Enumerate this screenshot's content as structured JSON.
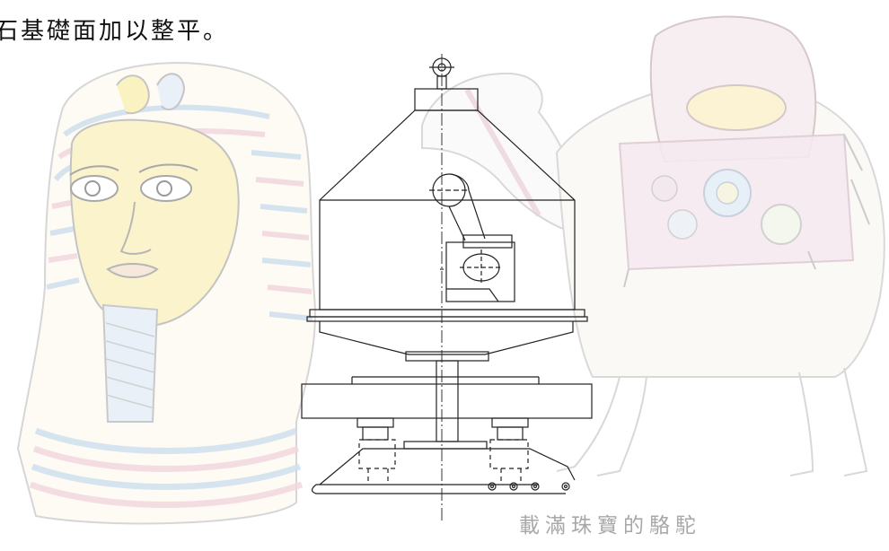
{
  "top_text": "石基礎面加以整平。",
  "caption": "載滿珠寶的駱駝",
  "colors": {
    "line": "#222222",
    "sketch": "#cfcfcf",
    "stripe_blue": "#c9dced",
    "stripe_pink": "#f0d2da",
    "face_yellow": "#fbf2c4",
    "caption_gray": "#a8a8a8"
  },
  "icons": {
    "pharaoh": "pharaoh-mask-sketch",
    "camel": "jeweled-camel-sketch",
    "machine": "machine-cross-section-drawing"
  }
}
